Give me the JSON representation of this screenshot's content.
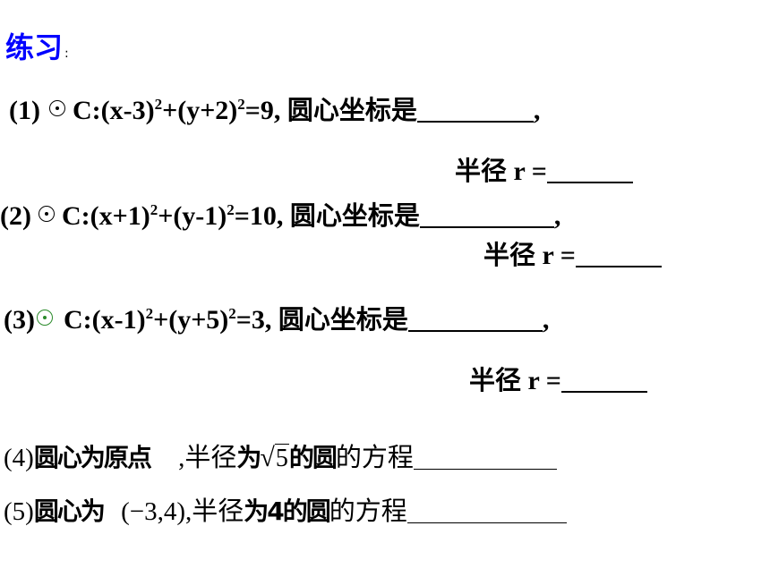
{
  "title": {
    "text": "练习",
    "colon": ":"
  },
  "items": [
    {
      "label": "(1)",
      "equation_prefix": "C:(x-3)",
      "exp1": "2",
      "equation_mid": "+(y+2)",
      "exp2": "2",
      "equation_suffix": "=9,",
      "question": "圆心坐标是",
      "trail": ",",
      "radius_label": "半径",
      "radius_var": "r ="
    },
    {
      "label": "(2)",
      "equation_prefix": "C:(x+1)",
      "exp1": "2",
      "equation_mid": "+(y-1)",
      "exp2": "2",
      "equation_suffix": "=10,",
      "question": "圆心坐标是",
      "trail": ",",
      "radius_label": "半径",
      "radius_var": "r ="
    },
    {
      "label": "(3)",
      "equation_prefix": "C:(x-1)",
      "exp1": "2",
      "equation_mid": "+(y+5)",
      "exp2": "2",
      "equation_suffix": "=3,",
      "question": "圆心坐标是",
      "trail": ",",
      "radius_label": "半径",
      "radius_var": "r ="
    }
  ],
  "item4": {
    "label": "(4)",
    "center_text": "圆心为原点",
    "comma": ",",
    "radius_text": "半径",
    "is_text": "为",
    "sqrt_arg": "5",
    "of_circle": "的圆",
    "equation_text": "的方程"
  },
  "item5": {
    "label": "(5)",
    "center_text": "圆心为",
    "point": "(−3,4),",
    "radius_text": "半径",
    "is_text": "为4的圆",
    "equation_text": "的方程"
  },
  "colors": {
    "title": "#0000ff",
    "circle_green": "#2a8a2a"
  }
}
